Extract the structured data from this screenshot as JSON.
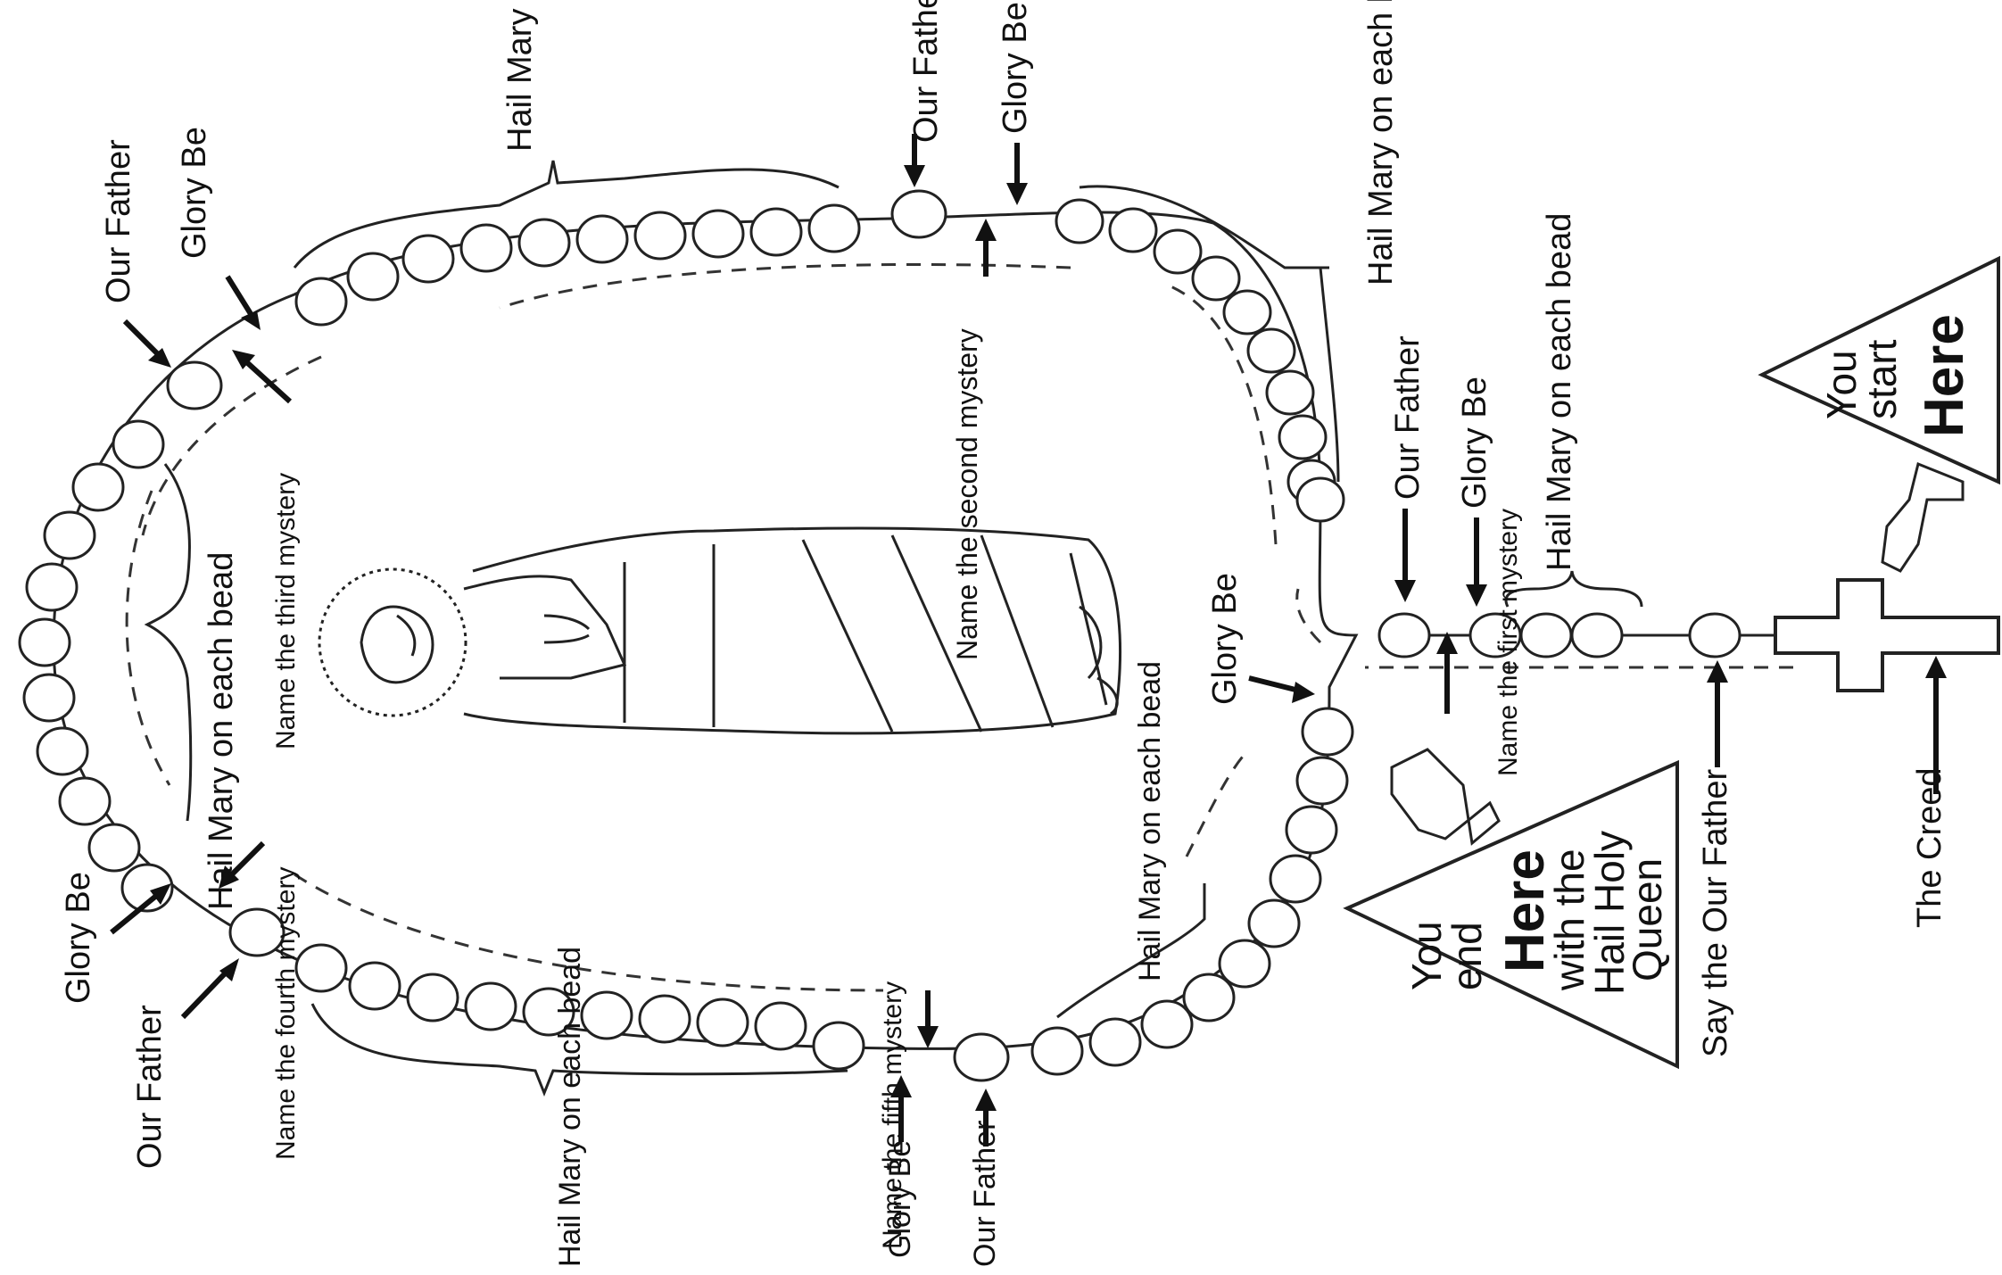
{
  "start_sign": {
    "line1": "You",
    "line2": "start",
    "line3": "Here"
  },
  "end_sign": {
    "line1": "You",
    "line2": "end",
    "line3": "Here",
    "line4": "with the",
    "line5": "Hail Holy",
    "line6": "Queen"
  },
  "labels": {
    "creed": "The Creed",
    "say_our_father": "Say the Our Father",
    "hail_mary_each_bead": "Hail Mary on each bead",
    "our_father": "Our Father",
    "glory_be": "Glory Be",
    "first_mystery": "Name the first mystery",
    "second_mystery": "Name the second mystery",
    "third_mystery": "Name the third mystery",
    "fourth_mystery": "Name the fourth mystery",
    "fifth_mystery": "Name the fifth mystery"
  }
}
